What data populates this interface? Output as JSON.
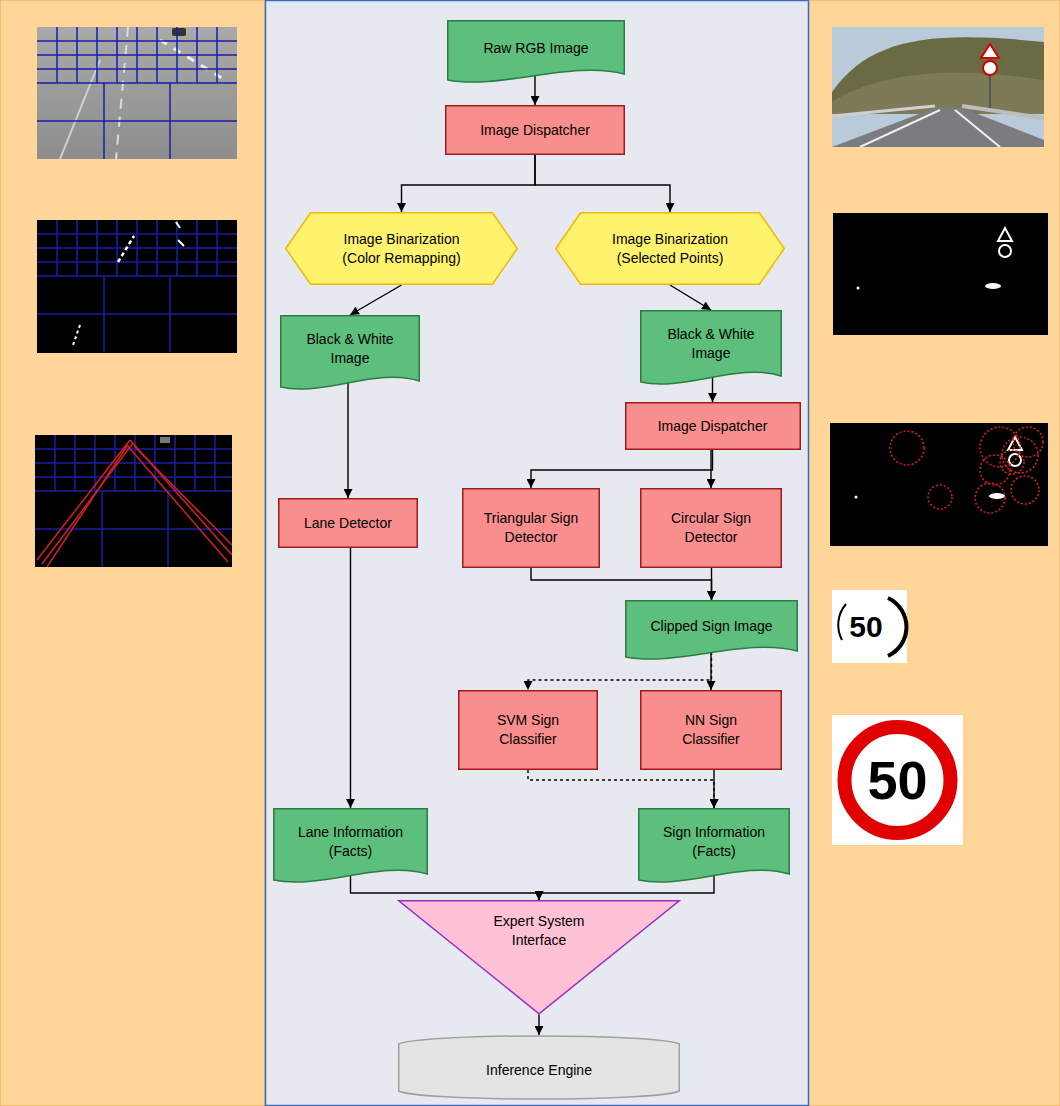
{
  "diagram": {
    "nodes": [
      {
        "text": [
          "Raw RGB Image"
        ]
      },
      {
        "text": [
          "Image Dispatcher"
        ]
      },
      {
        "text": [
          "Image Binarization (Color Remapping)"
        ]
      },
      {
        "text": [
          "Image Binarization (Selected Points)"
        ]
      },
      {
        "text": [
          "Black & White Image"
        ]
      },
      {
        "text": [
          "Black & White Image"
        ]
      },
      {
        "text": [
          "Image Dispatcher"
        ]
      },
      {
        "text": [
          "Lane Detector"
        ]
      },
      {
        "text": [
          "Triangular Sign Detector"
        ]
      },
      {
        "text": [
          "Circular Sign Detector"
        ]
      },
      {
        "text": [
          "Clipped Sign Image"
        ]
      },
      {
        "text": [
          "SVM Sign Classifier"
        ]
      },
      {
        "text": [
          "NN Sign Classifier"
        ]
      },
      {
        "text": [
          "Lane Information (Facts)"
        ]
      },
      {
        "text": [
          "Sign Information (Facts)"
        ]
      },
      {
        "text": [
          "Expert System Interface"
        ]
      },
      {
        "text": [
          "Inference Engine"
        ]
      }
    ],
    "edges": [
      {
        "from": 0,
        "to": 1,
        "arrow": "to"
      },
      {
        "from": 1,
        "to": 2,
        "arrow": "to"
      },
      {
        "from": 1,
        "to": 3,
        "arrow": "to"
      },
      {
        "from": 2,
        "to": 4,
        "arrow": "to"
      },
      {
        "from": 3,
        "to": 5,
        "arrow": "to"
      },
      {
        "from": 4,
        "to": 7,
        "arrow": "to"
      },
      {
        "from": 5,
        "to": 6,
        "arrow": "to"
      },
      {
        "from": 6,
        "to": 8,
        "arrow": "to"
      },
      {
        "from": 6,
        "to": 9,
        "arrow": "to"
      },
      {
        "from": 7,
        "to": 13,
        "arrow": "to"
      },
      {
        "from": 8,
        "to": 10,
        "arrow": "to"
      },
      {
        "from": 9,
        "to": 10,
        "arrow": "to"
      },
      {
        "from": 10,
        "to": 11,
        "arrow": "to"
      },
      {
        "from": 10,
        "to": 12,
        "arrow": "to"
      },
      {
        "from": 11,
        "to": 14,
        "arrow": "to"
      },
      {
        "from": 12,
        "to": 14,
        "arrow": "to"
      },
      {
        "from": 13,
        "to": 15,
        "arrow": "to"
      },
      {
        "from": 14,
        "to": 15,
        "arrow": "to"
      },
      {
        "from": 15,
        "to": 16,
        "arrow": "to"
      }
    ],
    "labels": [
      "50",
      "50"
    ]
  }
}
